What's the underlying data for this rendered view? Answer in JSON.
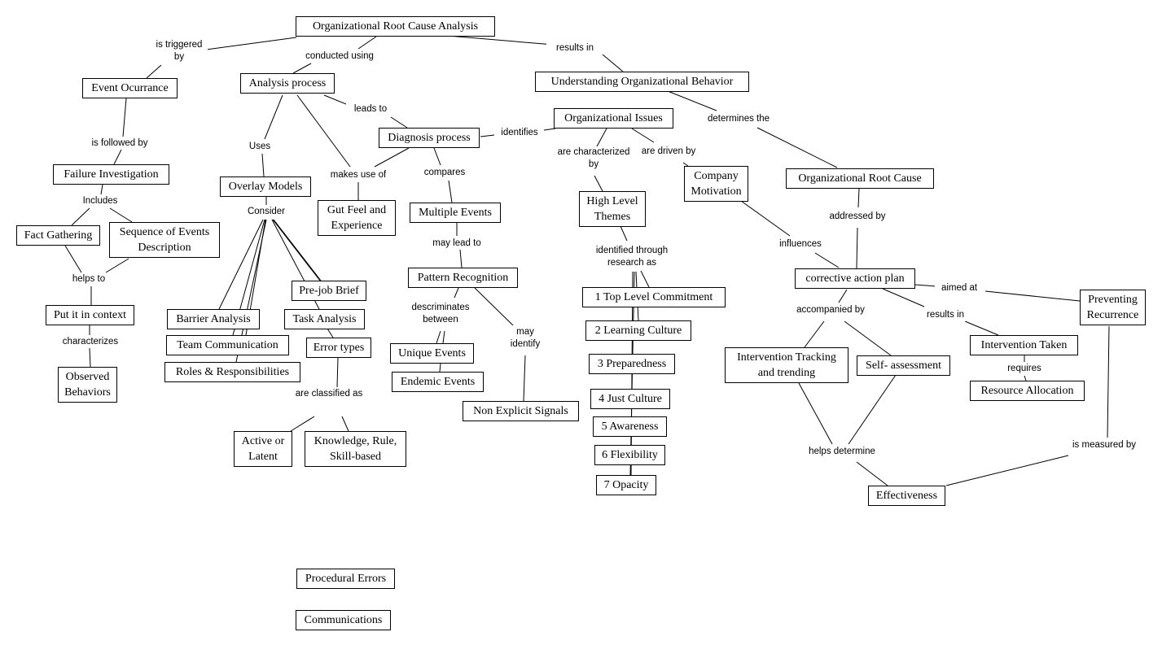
{
  "nodes": [
    {
      "id": "root",
      "text": "Organizational Root Cause Analysis"
    },
    {
      "id": "event",
      "text": "Event Ocurrance"
    },
    {
      "id": "analysis",
      "text": "Analysis process"
    },
    {
      "id": "understanding",
      "text": "Understanding Organizational Behavior"
    },
    {
      "id": "orgissues",
      "text": "Organizational Issues"
    },
    {
      "id": "diagnosis",
      "text": "Diagnosis process"
    },
    {
      "id": "failure",
      "text": "Failure Investigation"
    },
    {
      "id": "overlay",
      "text": "Overlay Models"
    },
    {
      "id": "company",
      "text": "Company Motivation"
    },
    {
      "id": "orgroot",
      "text": "Organizational Root Cause"
    },
    {
      "id": "highlevel",
      "text": "High Level Themes"
    },
    {
      "id": "gut",
      "text": "Gut Feel and Experience"
    },
    {
      "id": "multiple",
      "text": "Multiple Events"
    },
    {
      "id": "fact",
      "text": "Fact Gathering"
    },
    {
      "id": "sequence",
      "text": "Sequence of Events Description"
    },
    {
      "id": "pattern",
      "text": "Pattern Recognition"
    },
    {
      "id": "corrective",
      "text": "corrective action plan"
    },
    {
      "id": "prejob",
      "text": "Pre-job Brief"
    },
    {
      "id": "toplevel",
      "text": "1 Top Level Commitment"
    },
    {
      "id": "preventing",
      "text": "Preventing Recurrence"
    },
    {
      "id": "put",
      "text": "Put it in context"
    },
    {
      "id": "barrier",
      "text": "Barrier Analysis"
    },
    {
      "id": "task",
      "text": "Task Analysis"
    },
    {
      "id": "learning",
      "text": "2 Learning Culture"
    },
    {
      "id": "team",
      "text": "Team Communication"
    },
    {
      "id": "errortypes",
      "text": "Error types"
    },
    {
      "id": "intervtaken",
      "text": "Intervention Taken"
    },
    {
      "id": "unique",
      "text": "Unique Events"
    },
    {
      "id": "intervtrack",
      "text": "Intervention Tracking and trending"
    },
    {
      "id": "self",
      "text": "Self- assessment"
    },
    {
      "id": "preparedness",
      "text": "3 Preparedness"
    },
    {
      "id": "roles",
      "text": "Roles & Responsibilities"
    },
    {
      "id": "endemic",
      "text": "Endemic Events"
    },
    {
      "id": "resource",
      "text": "Resource Allocation"
    },
    {
      "id": "observed",
      "text": "Observed Behaviors"
    },
    {
      "id": "just",
      "text": "4 Just Culture"
    },
    {
      "id": "nonexplicit",
      "text": "Non Explicit Signals"
    },
    {
      "id": "awareness",
      "text": "5 Awareness"
    },
    {
      "id": "active",
      "text": "Active or Latent"
    },
    {
      "id": "knowledge",
      "text": "Knowledge, Rule, Skill-based"
    },
    {
      "id": "flexibility",
      "text": "6 Flexibility"
    },
    {
      "id": "opacity",
      "text": "7 Opacity"
    },
    {
      "id": "effectiveness",
      "text": "Effectiveness"
    },
    {
      "id": "procedural",
      "text": "Procedural Errors"
    },
    {
      "id": "communications",
      "text": "Communications"
    }
  ],
  "links": [
    {
      "id": "triggered",
      "text": "is triggered by"
    },
    {
      "id": "conducted",
      "text": "conducted using"
    },
    {
      "id": "results1",
      "text": "results in"
    },
    {
      "id": "followed",
      "text": "is followed by"
    },
    {
      "id": "leads",
      "text": "leads to"
    },
    {
      "id": "identifies",
      "text": "identifies"
    },
    {
      "id": "determines",
      "text": "determines the"
    },
    {
      "id": "uses",
      "text": "Uses"
    },
    {
      "id": "characterized",
      "text": "are characterized by"
    },
    {
      "id": "driven",
      "text": "are driven by"
    },
    {
      "id": "makesuse",
      "text": "makes use of"
    },
    {
      "id": "compares",
      "text": "compares"
    },
    {
      "id": "includes",
      "text": "Includes"
    },
    {
      "id": "consider",
      "text": "Consider"
    },
    {
      "id": "addressed",
      "text": "addressed by"
    },
    {
      "id": "influences",
      "text": "influences"
    },
    {
      "id": "maylead",
      "text": "may lead to"
    },
    {
      "id": "identified",
      "text": "identified through research as"
    },
    {
      "id": "helpsto",
      "text": "helps to"
    },
    {
      "id": "aimed",
      "text": "aimed at"
    },
    {
      "id": "accompanied",
      "text": "accompanied by"
    },
    {
      "id": "results2",
      "text": "results in"
    },
    {
      "id": "descriminates",
      "text": "descriminates between"
    },
    {
      "id": "mayidentify",
      "text": "may identify"
    },
    {
      "id": "characterizes",
      "text": "characterizes"
    },
    {
      "id": "requires",
      "text": "requires"
    },
    {
      "id": "classified",
      "text": "are classified as"
    },
    {
      "id": "helpsdetermine",
      "text": "helps determine"
    },
    {
      "id": "measured",
      "text": "is measured by"
    }
  ]
}
